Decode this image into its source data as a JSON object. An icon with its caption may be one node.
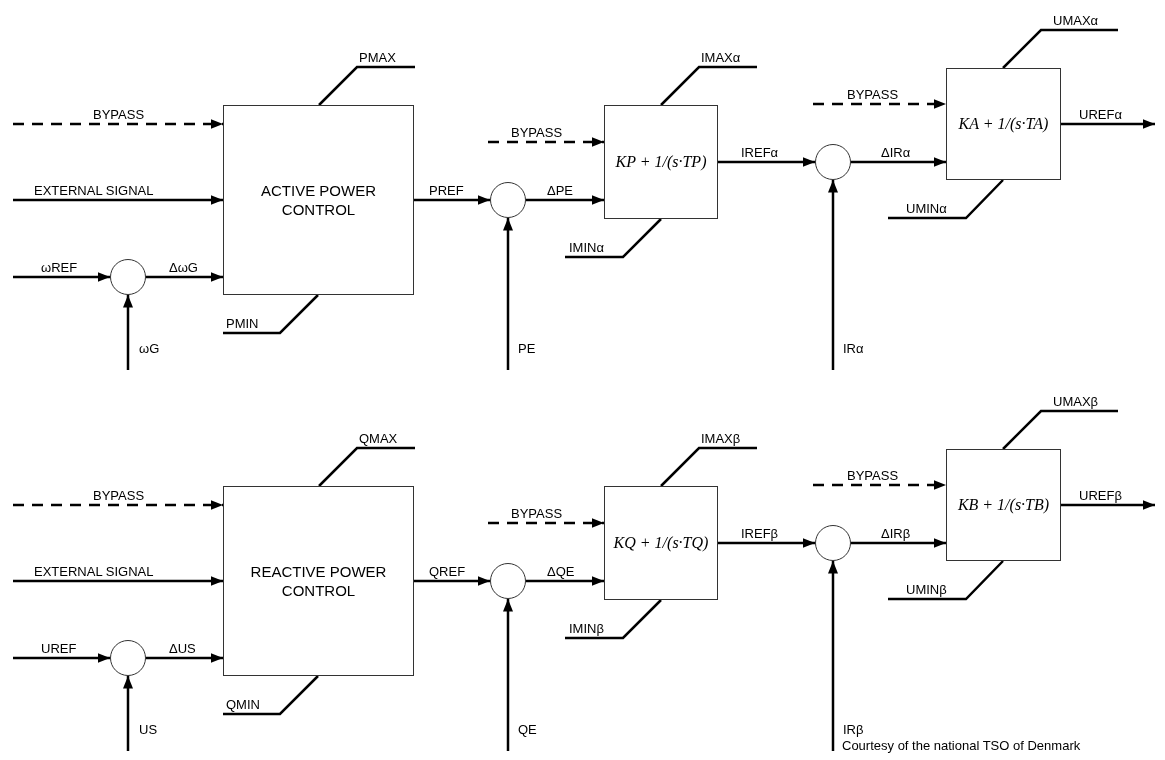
{
  "diagram": {
    "caption": "Courtesy of the national TSO of Denmark",
    "nodes": [
      {
        "text": [
          "ACTIVE POWER CONTROL"
        ]
      },
      {
        "text": [],
        "shape": "circle"
      },
      {
        "text": [],
        "shape": "circle"
      },
      {
        "text": [
          "KP + 1/(s·TP)"
        ]
      },
      {
        "text": [],
        "shape": "circle"
      },
      {
        "text": [
          "KA + 1/(s·TA)"
        ]
      },
      {
        "text": [
          "REACTIVE POWER CONTROL"
        ]
      },
      {
        "text": [],
        "shape": "circle"
      },
      {
        "text": [],
        "shape": "circle"
      },
      {
        "text": [
          "KQ + 1/(s·TQ)"
        ]
      },
      {
        "text": [],
        "shape": "circle"
      },
      {
        "text": [
          "KB + 1/(s·TB)"
        ]
      }
    ],
    "edges": [
      {
        "from": null,
        "to": 0,
        "arrow": "to",
        "label": "BYPASS",
        "style": "dashed"
      },
      {
        "from": null,
        "to": 0,
        "arrow": "to",
        "label": "EXTERNAL SIGNAL"
      },
      {
        "from": null,
        "to": 1,
        "arrow": "to",
        "label": "ωREF"
      },
      {
        "from": null,
        "to": 1,
        "arrow": "to",
        "label": "ωG"
      },
      {
        "from": 1,
        "to": 0,
        "arrow": "to",
        "label": "ΔωG"
      },
      {
        "from": null,
        "to": 0,
        "arrow": "none",
        "label": "PMAX"
      },
      {
        "from": null,
        "to": 0,
        "arrow": "none",
        "label": "PMIN"
      },
      {
        "from": 0,
        "to": 2,
        "arrow": "to",
        "label": "PREF"
      },
      {
        "from": null,
        "to": 2,
        "arrow": "to",
        "label": "PE"
      },
      {
        "from": 2,
        "to": 3,
        "arrow": "to",
        "label": "ΔPE"
      },
      {
        "from": null,
        "to": 3,
        "arrow": "to",
        "label": "BYPASS",
        "style": "dashed"
      },
      {
        "from": null,
        "to": 3,
        "arrow": "none",
        "label": "IMAXα"
      },
      {
        "from": null,
        "to": 3,
        "arrow": "none",
        "label": "IMINα"
      },
      {
        "from": 3,
        "to": 4,
        "arrow": "to",
        "label": "IREFα"
      },
      {
        "from": null,
        "to": 4,
        "arrow": "to",
        "label": "IRα"
      },
      {
        "from": 4,
        "to": 5,
        "arrow": "to",
        "label": "ΔIRα"
      },
      {
        "from": null,
        "to": 5,
        "arrow": "to",
        "label": "BYPASS",
        "style": "dashed"
      },
      {
        "from": null,
        "to": 5,
        "arrow": "none",
        "label": "UMAXα"
      },
      {
        "from": null,
        "to": 5,
        "arrow": "none",
        "label": "UMINα"
      },
      {
        "from": 5,
        "to": null,
        "arrow": "to",
        "label": "UREFα"
      },
      {
        "from": null,
        "to": 6,
        "arrow": "to",
        "label": "BYPASS",
        "style": "dashed"
      },
      {
        "from": null,
        "to": 6,
        "arrow": "to",
        "label": "EXTERNAL SIGNAL"
      },
      {
        "from": null,
        "to": 7,
        "arrow": "to",
        "label": "UREF"
      },
      {
        "from": null,
        "to": 7,
        "arrow": "to",
        "label": "US"
      },
      {
        "from": 7,
        "to": 6,
        "arrow": "to",
        "label": "ΔUS"
      },
      {
        "from": null,
        "to": 6,
        "arrow": "none",
        "label": "QMAX"
      },
      {
        "from": null,
        "to": 6,
        "arrow": "none",
        "label": "QMIN"
      },
      {
        "from": 6,
        "to": 8,
        "arrow": "to",
        "label": "QREF"
      },
      {
        "from": null,
        "to": 8,
        "arrow": "to",
        "label": "QE"
      },
      {
        "from": 8,
        "to": 9,
        "arrow": "to",
        "label": "ΔQE"
      },
      {
        "from": null,
        "to": 9,
        "arrow": "to",
        "label": "BYPASS",
        "style": "dashed"
      },
      {
        "from": null,
        "to": 9,
        "arrow": "none",
        "label": "IMAXβ"
      },
      {
        "from": null,
        "to": 9,
        "arrow": "none",
        "label": "IMINβ"
      },
      {
        "from": 9,
        "to": 10,
        "arrow": "to",
        "label": "IREFβ"
      },
      {
        "from": null,
        "to": 10,
        "arrow": "to",
        "label": "IRβ"
      },
      {
        "from": 10,
        "to": 11,
        "arrow": "to",
        "label": "ΔIRβ"
      },
      {
        "from": null,
        "to": 11,
        "arrow": "to",
        "label": "BYPASS",
        "style": "dashed"
      },
      {
        "from": null,
        "to": 11,
        "arrow": "none",
        "label": "UMAXβ"
      },
      {
        "from": null,
        "to": 11,
        "arrow": "none",
        "label": "UMINβ"
      },
      {
        "from": 11,
        "to": null,
        "arrow": "to",
        "label": "UREFβ"
      }
    ]
  }
}
